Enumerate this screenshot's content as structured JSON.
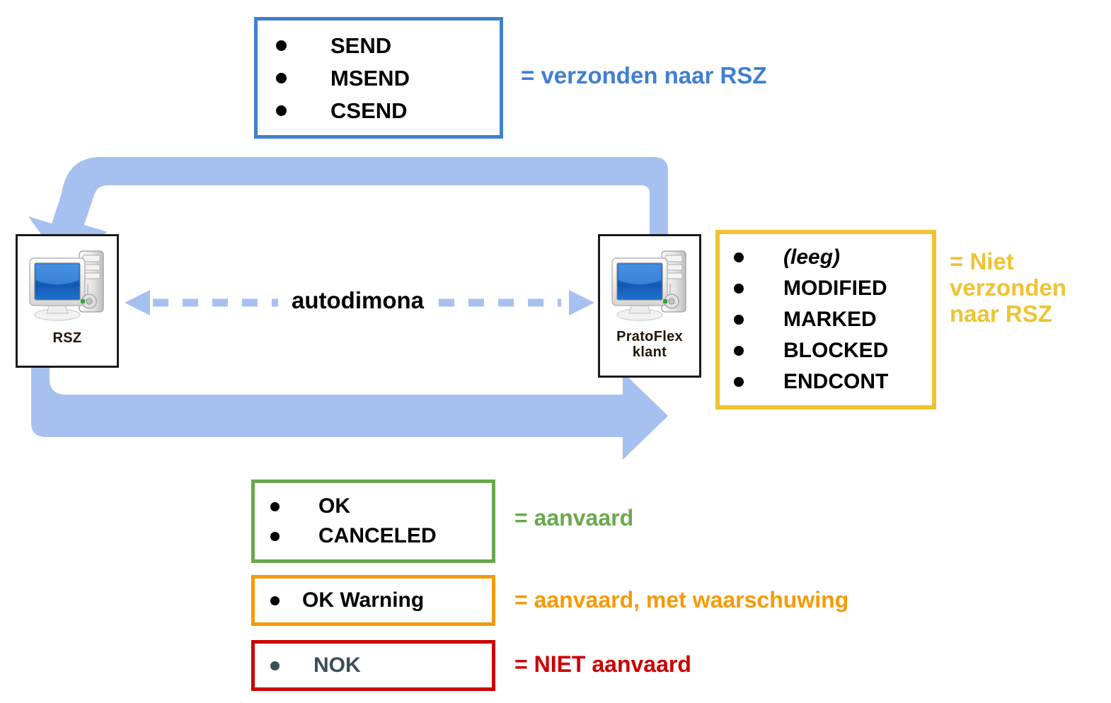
{
  "diagram": {
    "title_text": "autodimona",
    "arrow_color": "#A6C1EF",
    "nodes": [
      {
        "id": "rsz",
        "label": "RSZ"
      },
      {
        "id": "pratoflex",
        "label": "PratoFlex\nklant"
      }
    ],
    "middle_connector_label": "autodimona"
  },
  "sent_box": {
    "border_color": "#3F7FCF",
    "items": [
      "SEND",
      "MSEND",
      "CSEND"
    ],
    "legend": "= verzonden naar RSZ",
    "legend_color": "#3F7FCF"
  },
  "not_sent_box": {
    "border_color": "#EFC333",
    "items": [
      "(leeg)",
      "MODIFIED",
      "MARKED",
      "BLOCKED",
      "ENDCONT"
    ],
    "legend": "= Niet\nverzonden\nnaar RSZ",
    "legend_color": "#EFC333"
  },
  "accepted_box": {
    "border_color": "#6AA84F",
    "items": [
      "OK",
      "CANCELED"
    ],
    "legend": "= aanvaard",
    "legend_color": "#6AA84F"
  },
  "warning_box": {
    "border_color": "#F79A07",
    "items": [
      "OK Warning"
    ],
    "legend": "= aanvaard, met waarschuwing",
    "legend_color": "#F79A07"
  },
  "rejected_box": {
    "border_color": "#CC0000",
    "items": [
      "NOK"
    ],
    "legend": "= NIET aanvaard",
    "legend_color": "#CC0000"
  }
}
